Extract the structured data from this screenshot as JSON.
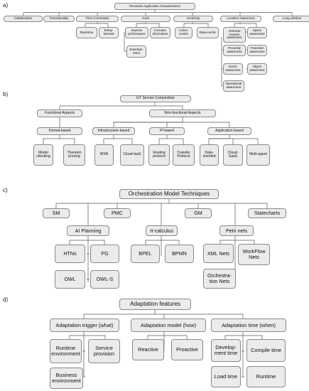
{
  "panels": {
    "a": {
      "label": "a)",
      "root": "Pervasive Application Characteristics",
      "categories": [
        "Collaboration",
        "Transitionality",
        "Time Constraints",
        "Goal",
        "Centricity",
        "Location Awareness",
        "Long Lifetime"
      ],
      "time_constraints": [
        "Real-time",
        "Delay-\ntolerant"
      ],
      "goal": [
        "Improve\nperformance",
        "Increase\ninformation",
        "Entertain-\nment"
      ],
      "centricity": [
        "Action-\ncentric",
        "Data-centric"
      ],
      "location_awareness": [
        "Absolute\nlocation\nawareness",
        "Space\nawareness",
        "Proximity\nawareness",
        "Transition\nawareness",
        "Event\nawareness",
        "Object\nawareness",
        "Operational\nawareness"
      ]
    },
    "b": {
      "label": "b)",
      "root": "IoT Service Composition",
      "aspects": [
        "Functional Aspects",
        "Non-functional Aspects"
      ],
      "groups": [
        "Formal-based",
        "Infrastructure-based",
        "IP-based",
        "Application-based"
      ],
      "formal": [
        "Model\nchecking",
        "Theorem\nproving"
      ],
      "infrastructure": [
        "WSN",
        "Cloud-IaaS"
      ],
      "ip": [
        "Routing\nprotocol",
        "Transfer\nProtocol"
      ],
      "application": [
        "Data-\noriented",
        "Cloud-\nSaaS",
        "Multi-agent"
      ]
    },
    "c": {
      "label": "c)",
      "root": "Orchestration Model Techniques",
      "top": [
        "SM",
        "PMC",
        "GM",
        "Statecharts"
      ],
      "groups": [
        "AI Planning",
        "π-calculus",
        "Petri nets"
      ],
      "ai_planning": [
        "HTNs",
        "PG",
        "OWL",
        "OWL-S"
      ],
      "pi_calculus": [
        "BPEL",
        "BPMN"
      ],
      "petri_nets": [
        "XML Nets",
        "WorkFlow\nNets",
        "Orchestra-\ntion Nets"
      ]
    },
    "d": {
      "label": "d)",
      "root": "Adaptation features",
      "groups": [
        "Adaptation trigger (what)",
        "Adaptation model (how)",
        "Adaptation time (when)"
      ],
      "trigger": [
        "Runtime\nenvironment",
        "Service\nprovision",
        "Business\nenvironment"
      ],
      "model": [
        "Reactive",
        "Proactive"
      ],
      "time": [
        "Develop-\nment time",
        "Compile time",
        "Load time",
        "Runtime"
      ]
    }
  }
}
